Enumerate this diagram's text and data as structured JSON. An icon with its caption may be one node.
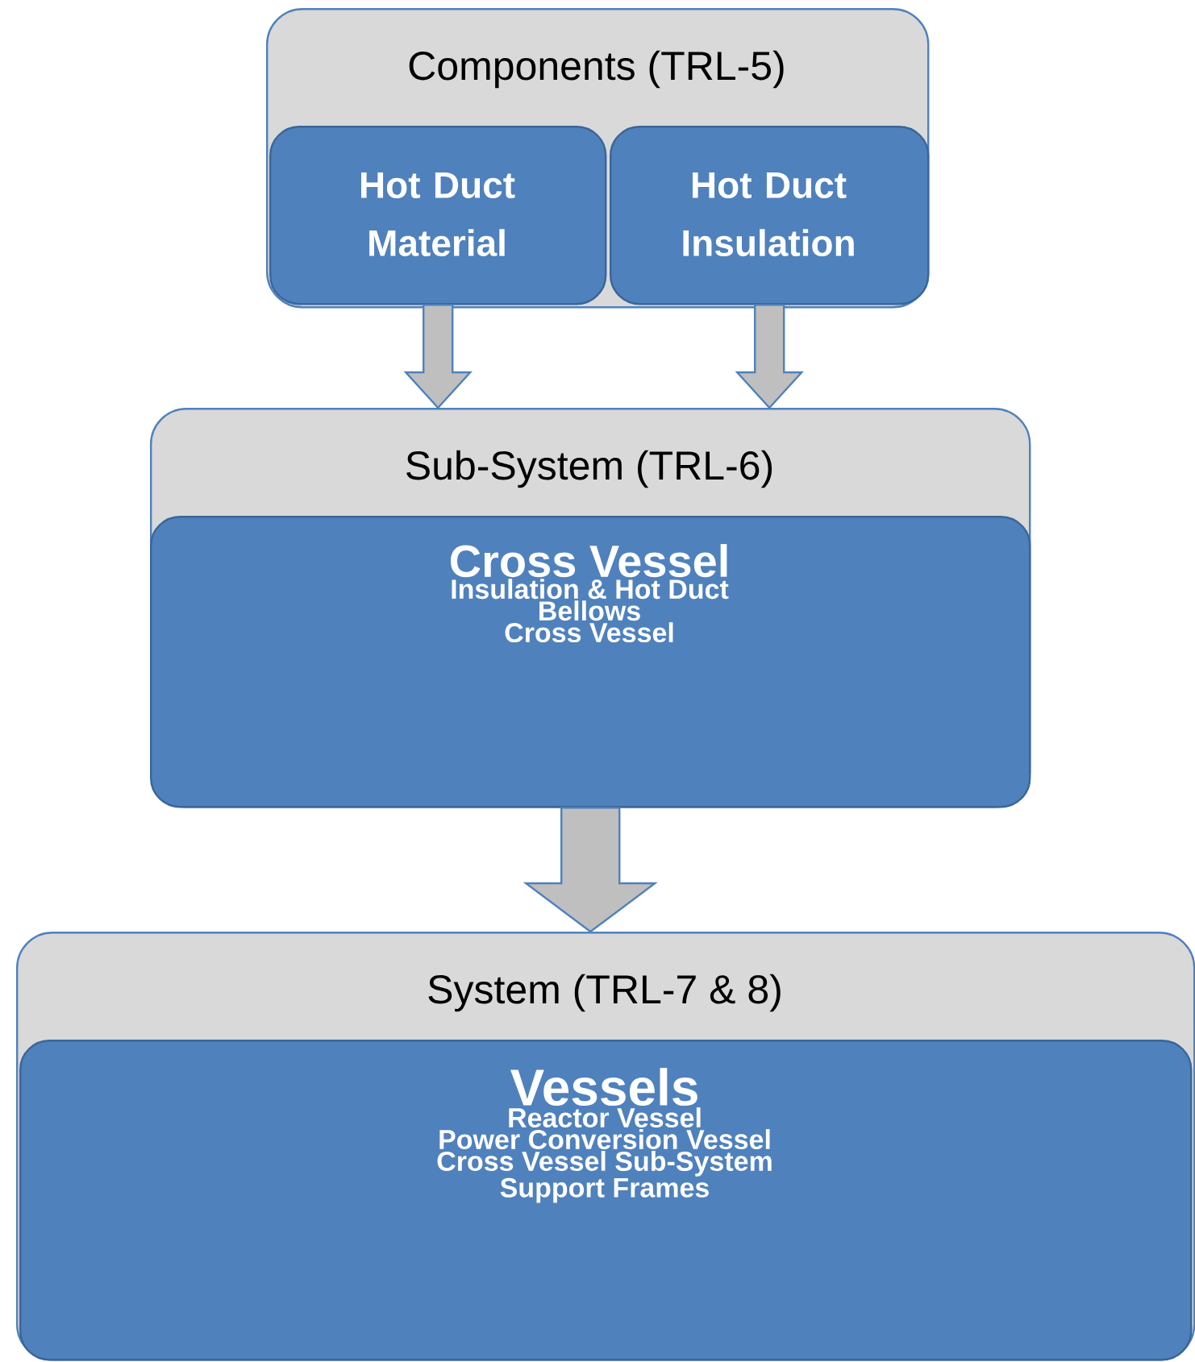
{
  "diagram": {
    "nodes": [
      {
        "text": [
          "Components (TRL-5)"
        ]
      },
      {
        "text": [
          "Hot Duct Material"
        ],
        "in": 0
      },
      {
        "text": [
          "Hot Duct Insulation"
        ],
        "in": 0
      },
      {
        "text": [
          "Sub-System (TRL-6)"
        ]
      },
      {
        "text": [
          "Cross Vessel",
          "Insulation & Hot Duct",
          "Bellows",
          "Cross Vessel"
        ],
        "in": 3
      },
      {
        "text": [
          "System (TRL-7 & 8)"
        ]
      },
      {
        "text": [
          "Vessels",
          "Reactor Vessel",
          "Power Conversion Vessel",
          "Cross Vessel Sub-System",
          "Support Frames"
        ],
        "in": 5
      }
    ],
    "edges": [
      {
        "from": 1,
        "to": 3,
        "arrow": "to"
      },
      {
        "from": 2,
        "to": 3,
        "arrow": "to"
      },
      {
        "from": 4,
        "to": 5,
        "arrow": "to",
        "style": "thick"
      }
    ]
  }
}
